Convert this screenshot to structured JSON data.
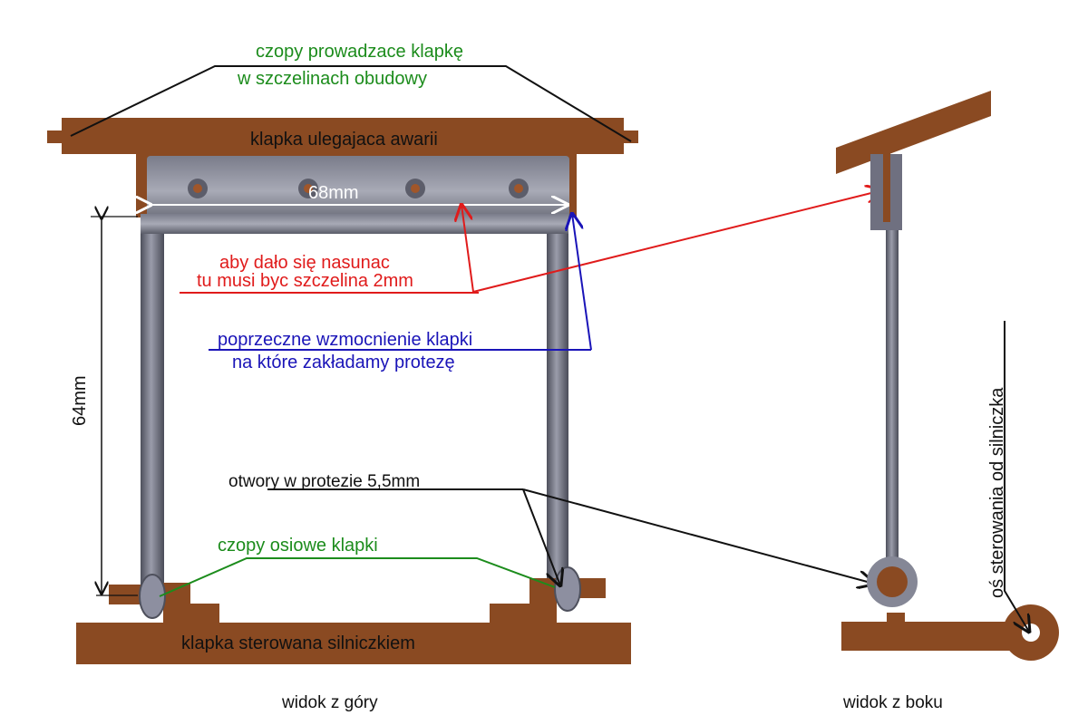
{
  "labels": {
    "guide_pins_line1": "czopy prowadzace klapkę",
    "guide_pins_line2": "w szczelinach obudowy",
    "failing_flap": "klapka ulegajaca awarii",
    "width_dim": "68mm",
    "height_dim": "64mm",
    "slot_note_line1": "aby dało się nasunac",
    "slot_note_line2": "tu musi byc szczelina 2mm",
    "reinforcement_line1": "poprzeczne wzmocnienie klapki",
    "reinforcement_line2": "na które zakładamy protezę",
    "holes": "otwory w protezie 5,5mm",
    "axle_pins": "czopy osiowe klapki",
    "motor_flap": "klapka sterowana silniczkiem",
    "motor_axis": "oś sterowania od silniczka",
    "top_view": "widok z góry",
    "side_view": "widok z boku"
  },
  "colors": {
    "wood": "#8a4a22",
    "metal": "#6f7080",
    "green_note": "#1c8c1c",
    "red_note": "#e01b1b",
    "blue_note": "#1a14b8",
    "black": "#111111"
  }
}
